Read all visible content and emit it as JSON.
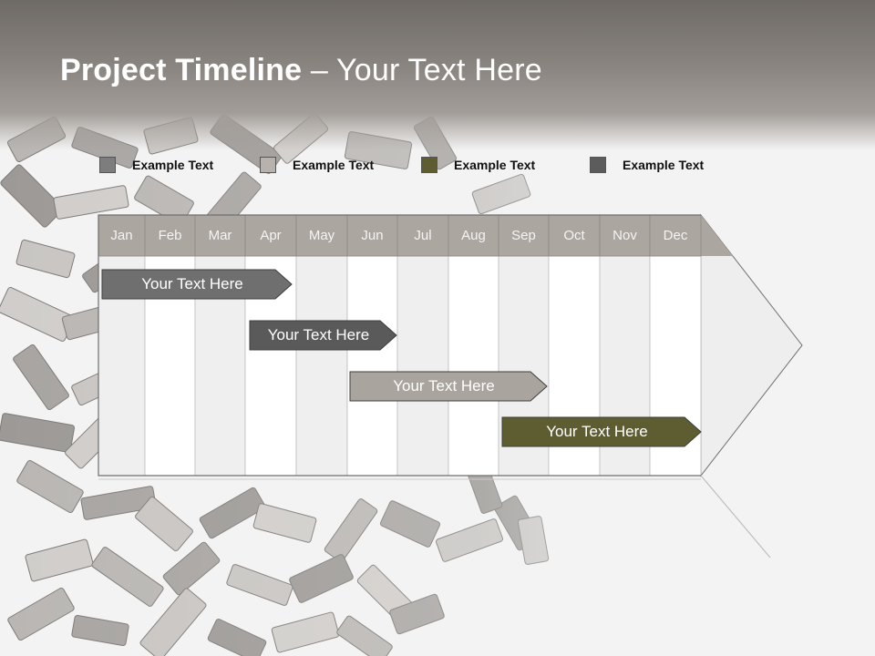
{
  "title": {
    "bold": "Project Timeline",
    "rest": " – Your Text Here"
  },
  "legend": [
    {
      "label": "Example Text",
      "color": "#7d7d7d"
    },
    {
      "label": "Example Text",
      "color": "#b8b2ae"
    },
    {
      "label": "Example Text",
      "color": "#5e5d32"
    },
    {
      "label": "Example Text",
      "color": "#5c5c5c"
    }
  ],
  "months": [
    "Jan",
    "Feb",
    "Mar",
    "Apr",
    "May",
    "Jun",
    "Jul",
    "Aug",
    "Sep",
    "Oct",
    "Nov",
    "Dec"
  ],
  "tasks": [
    {
      "label": "Your  Text Here",
      "color": "#6f6f6f"
    },
    {
      "label": "Your  Text Here",
      "color": "#5a5a5a"
    },
    {
      "label": "Your  Text Here",
      "color": "#aaa49f"
    },
    {
      "label": "Your  Text Here",
      "color": "#5e5d32"
    }
  ],
  "colors": {
    "month_header": "#aca6a1",
    "column_shaded": "#efefef",
    "column_plain": "#ffffff",
    "arrow_fill": "#eeeeee"
  }
}
